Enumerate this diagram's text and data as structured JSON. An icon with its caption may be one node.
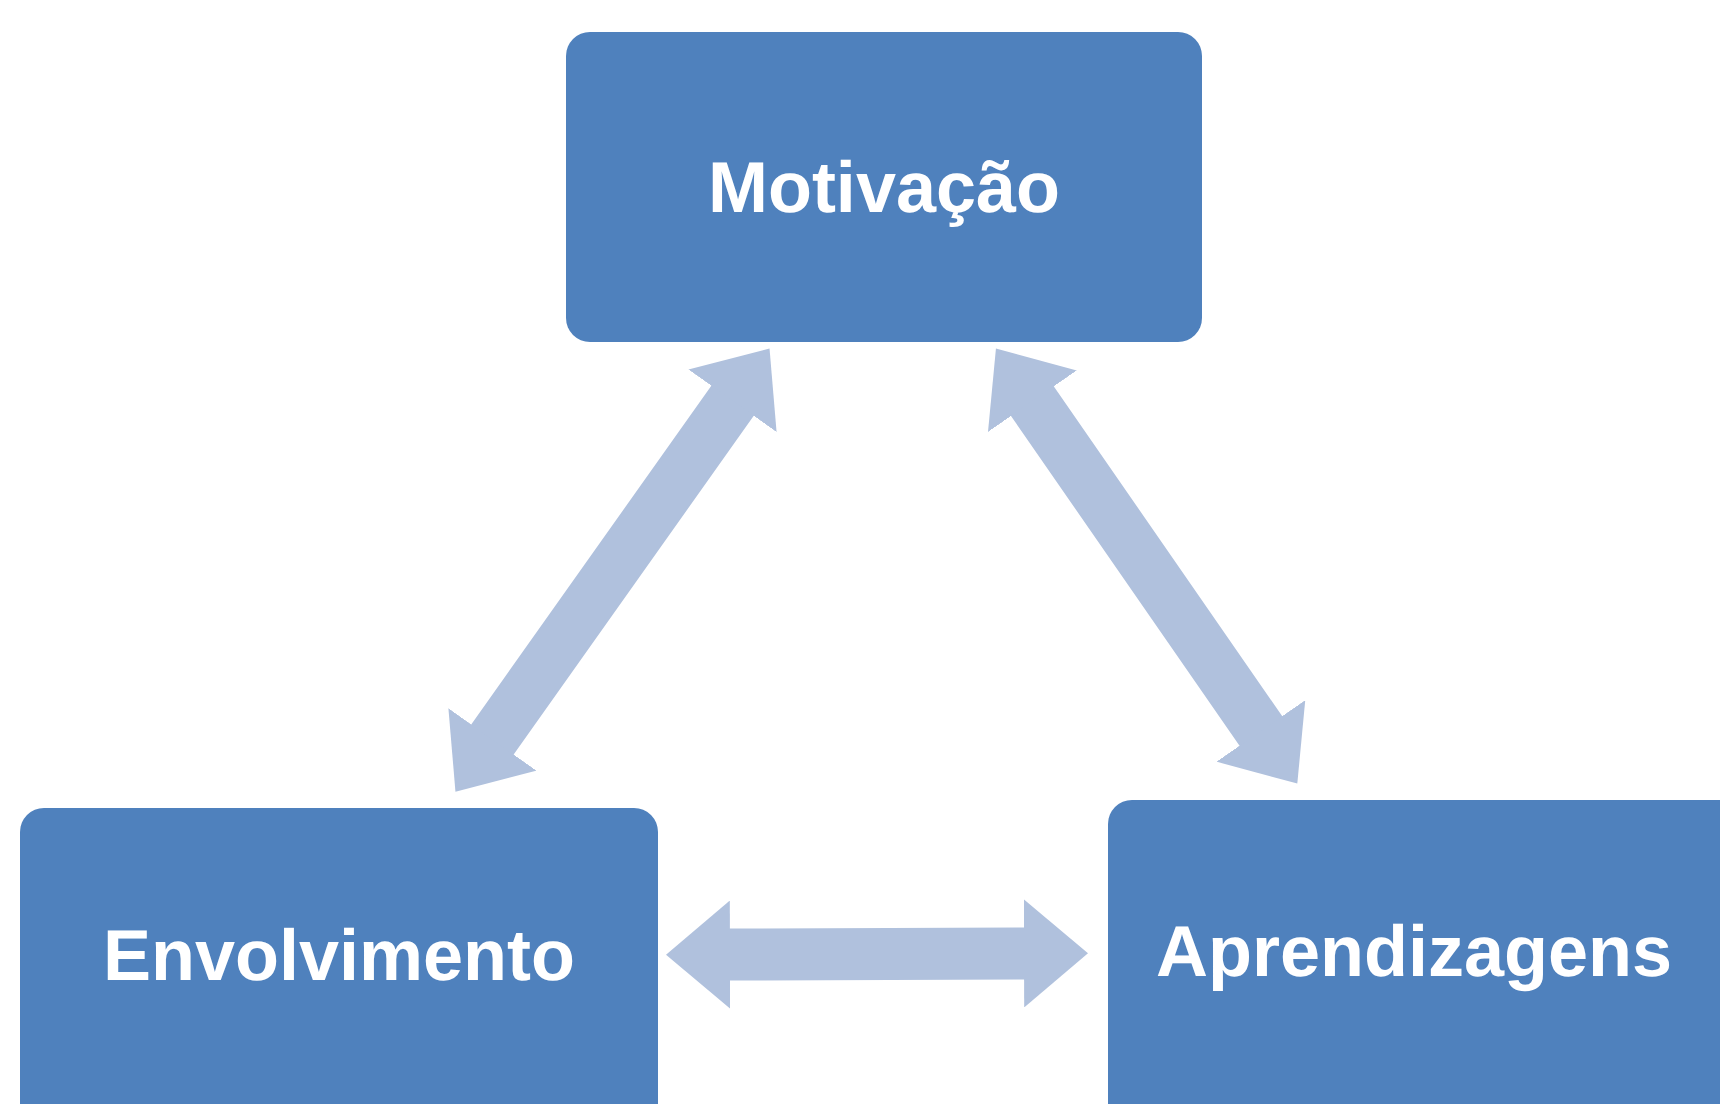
{
  "diagram": {
    "nodes": [
      {
        "text": [
          "Motivação"
        ]
      },
      {
        "text": [
          "Envolvimento"
        ]
      },
      {
        "text": [
          "Aprendizagens"
        ]
      }
    ],
    "edges": [
      {
        "from": 0,
        "to": 1,
        "arrow": "both"
      },
      {
        "from": 0,
        "to": 2,
        "arrow": "both"
      },
      {
        "from": 1,
        "to": 2,
        "arrow": "both"
      }
    ]
  }
}
